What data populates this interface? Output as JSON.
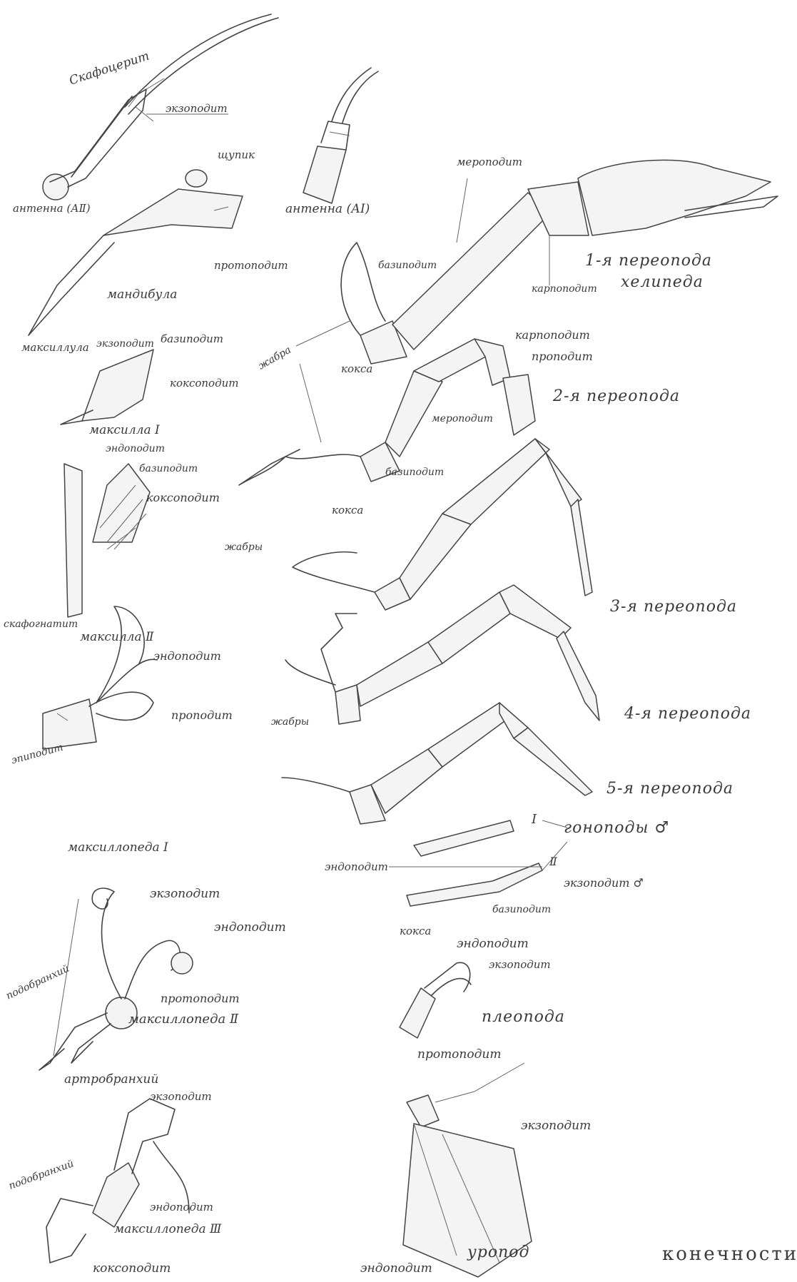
{
  "title": "конечности",
  "labels": {
    "scaphocerite": "Скафоцерит",
    "exopodite_top": "экзоподит",
    "antenna2": "антенна (АⅡ)",
    "antenna1": "антенна (АⅠ)",
    "palp": "щупик",
    "protopodite_mand": "протоподит",
    "mandible": "мандибула",
    "merus_chela": "мероподит",
    "karpopodite_chela": "карпоподит",
    "basipodite_chela": "базиподит",
    "leg1": "1-я переопода",
    "leg1_sub": "хелипеда",
    "gills_1": "жабра",
    "coxa_1": "кокса",
    "karpopodite_2": "карпоподит",
    "propodite_2": "проподит",
    "leg2": "2-я переопода",
    "merus_2": "мероподит",
    "basipodite_2": "базиподит",
    "coxa_2": "кокса",
    "maxillula": "максиллула",
    "exopodite_mx1": "экзоподит",
    "basipodite_mx1": "базиподит",
    "coxopodite_mx1": "коксоподит",
    "maxilla1": "максилла Ⅰ",
    "endopodite_mx2": "эндоподит",
    "basipodite_mx2": "базиподит",
    "coxopodite_mx2": "коксоподит",
    "scaphognathite": "скафогнатит",
    "maxilla2": "максилла Ⅱ",
    "gills_3": "жабры",
    "leg3": "3-я переопода",
    "leg4": "4-я переопода",
    "gills_45": "жабры",
    "leg5": "5-я переопода",
    "endopodite_mp1": "эндоподит",
    "propodite_mp1": "проподит",
    "epipodite": "эпиподит",
    "maxilliped1": "максиллопеда Ⅰ",
    "roman1": "Ⅰ",
    "gonopods": "гоноподы ♂",
    "endopodite_gon": "эндоподит",
    "roman2": "Ⅱ",
    "exopodite_gon": "экзоподит ♂",
    "basipodite_gon": "базиподит",
    "coxa_gon": "кокса",
    "exopodite_mp2": "экзоподит",
    "endopodite_mp2": "эндоподит",
    "podobranchia_2": "подобранхий",
    "protopodite_mp2": "протоподит",
    "maxilliped2": "максиллопеда Ⅱ",
    "arthrobranchia": "артробранхий",
    "endopodite_pl": "эндоподит",
    "exopodite_pl": "экзоподит",
    "pleopod": "плеопода",
    "protopodite_pl": "протоподит",
    "exopodite_mp3": "экзоподит",
    "podobranchia_3": "подобранхий",
    "endopodite_mp3": "эндоподит",
    "maxilliped3": "максиллопеда Ⅲ",
    "coxopodite_mp3": "коксоподит",
    "exopodite_ur": "экзоподит",
    "endopodite_ur": "эндоподит",
    "uropod": "уропод"
  }
}
